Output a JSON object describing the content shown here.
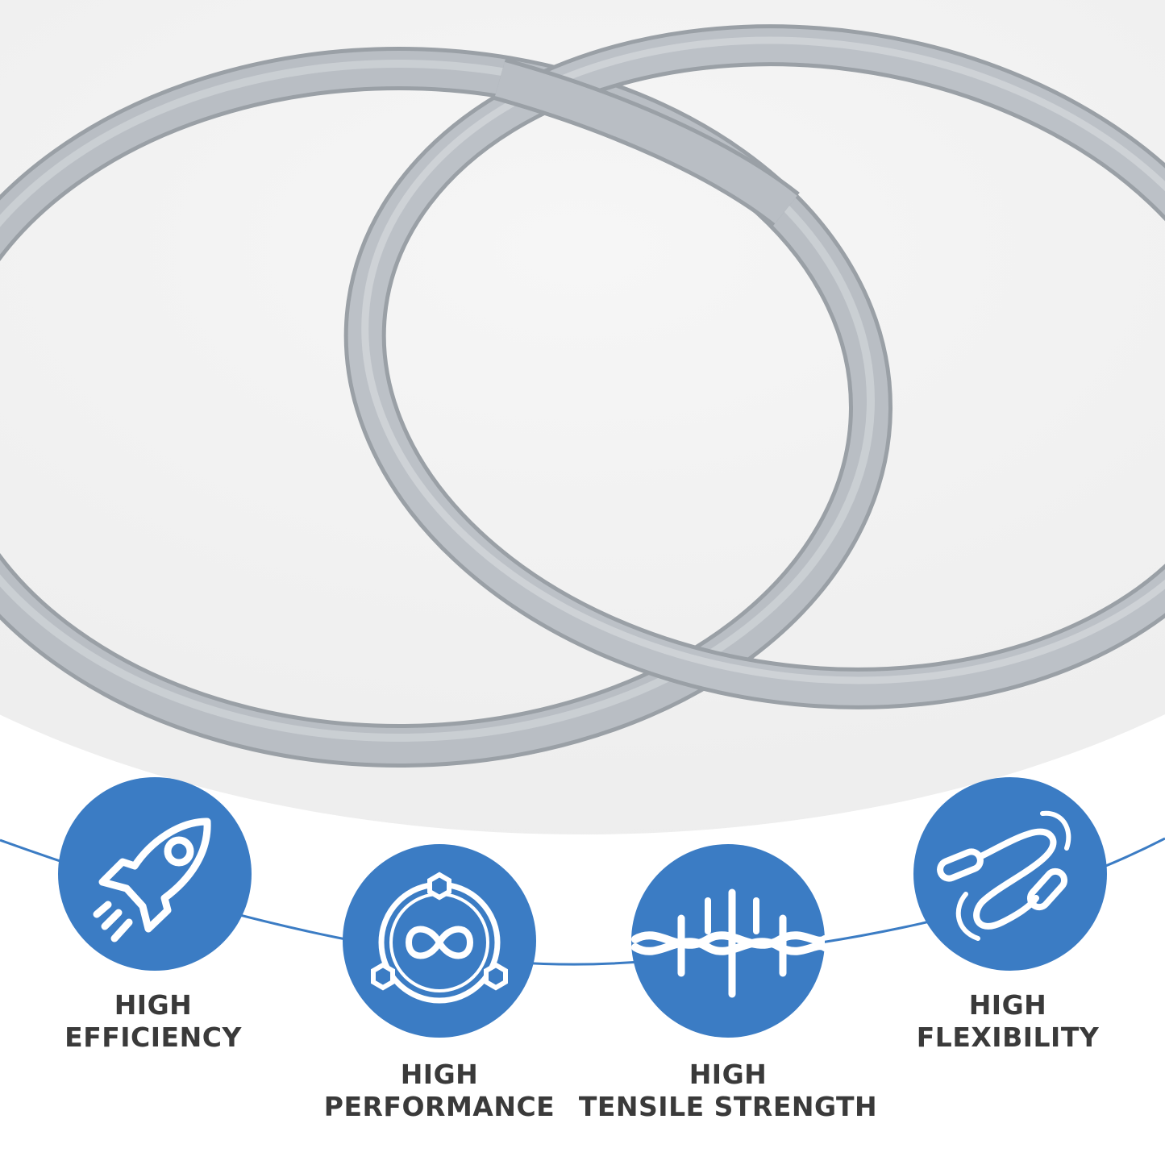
{
  "colors": {
    "accent": "#3b7cc4",
    "ring": "#b4b9bf",
    "label_text": "#3a3a3a",
    "backdrop": "#f1f1f1"
  },
  "features": [
    {
      "id": "efficiency",
      "icon": "rocket-icon",
      "line1": "HIGH",
      "line2": "EFFICIENCY"
    },
    {
      "id": "performance",
      "icon": "infinity-cycle-icon",
      "line1": "HIGH",
      "line2": "PERFORMANCE"
    },
    {
      "id": "tensile",
      "icon": "woven-fiber-icon",
      "line1": "HIGH",
      "line2": "TENSILE STRENGTH"
    },
    {
      "id": "flexibility",
      "icon": "flexible-cord-icon",
      "line1": "HIGH",
      "line2": "FLEXIBILITY"
    }
  ]
}
